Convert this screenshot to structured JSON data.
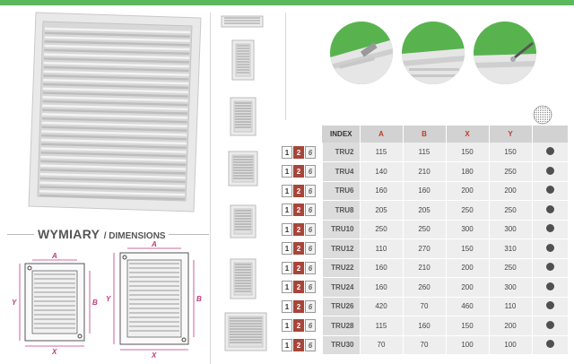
{
  "section_title": {
    "main": "WYMIARY",
    "sub": "/ DIMENSIONS"
  },
  "diagram_labels": {
    "a": "A",
    "b": "B",
    "x": "X",
    "y": "Y"
  },
  "table": {
    "headers": [
      "INDEX",
      "A",
      "B",
      "X",
      "Y",
      ""
    ],
    "pictogram_labels": [
      "1",
      "2",
      "6"
    ],
    "rows": [
      {
        "index": "TRU2",
        "a": "115",
        "b": "115",
        "x": "150",
        "y": "150"
      },
      {
        "index": "TRU4",
        "a": "140",
        "b": "210",
        "x": "180",
        "y": "250"
      },
      {
        "index": "TRU6",
        "a": "160",
        "b": "160",
        "x": "200",
        "y": "200"
      },
      {
        "index": "TRU8",
        "a": "205",
        "b": "205",
        "x": "250",
        "y": "250"
      },
      {
        "index": "TRU10",
        "a": "250",
        "b": "250",
        "x": "300",
        "y": "300"
      },
      {
        "index": "TRU12",
        "a": "110",
        "b": "270",
        "x": "150",
        "y": "310"
      },
      {
        "index": "TRU22",
        "a": "160",
        "b": "210",
        "x": "200",
        "y": "250"
      },
      {
        "index": "TRU24",
        "a": "160",
        "b": "260",
        "x": "200",
        "y": "300"
      },
      {
        "index": "TRU26",
        "a": "420",
        "b": "70",
        "x": "460",
        "y": "110"
      },
      {
        "index": "TRU28",
        "a": "115",
        "b": "160",
        "x": "150",
        "y": "200"
      },
      {
        "index": "TRU30",
        "a": "70",
        "b": "70",
        "x": "100",
        "y": "100"
      }
    ]
  },
  "colors": {
    "accent_green": "#5cb85c",
    "header_red": "#c0392b",
    "pictogram_brown": "#a8453a",
    "dot": "#505050"
  }
}
